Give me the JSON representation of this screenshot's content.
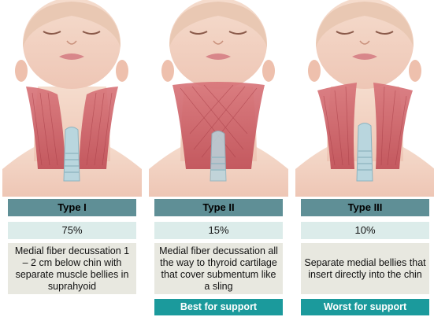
{
  "colors": {
    "header_bg": "#5f8f96",
    "percent_bg": "#dcecea",
    "description_bg": "#e8e8e0",
    "verdict_bg": "#1b9a9c",
    "skin": "#f2d2c4",
    "muscle": "#c95d63",
    "trachea": "#b9d6de"
  },
  "panels": [
    {
      "type_label": "Type I",
      "percent": "75%",
      "description": "Medial fiber decussation 1 – 2 cm below chin with separate muscle bellies in suprahyoid",
      "verdict": ""
    },
    {
      "type_label": "Type II",
      "percent": "15%",
      "description": "Medial fiber decussation all the way to thyroid cartilage that cover submentum like a sling",
      "verdict": "Best for support"
    },
    {
      "type_label": "Type III",
      "percent": "10%",
      "description": "Separate medial bellies that insert directly into the chin",
      "verdict": "Worst for support"
    }
  ]
}
